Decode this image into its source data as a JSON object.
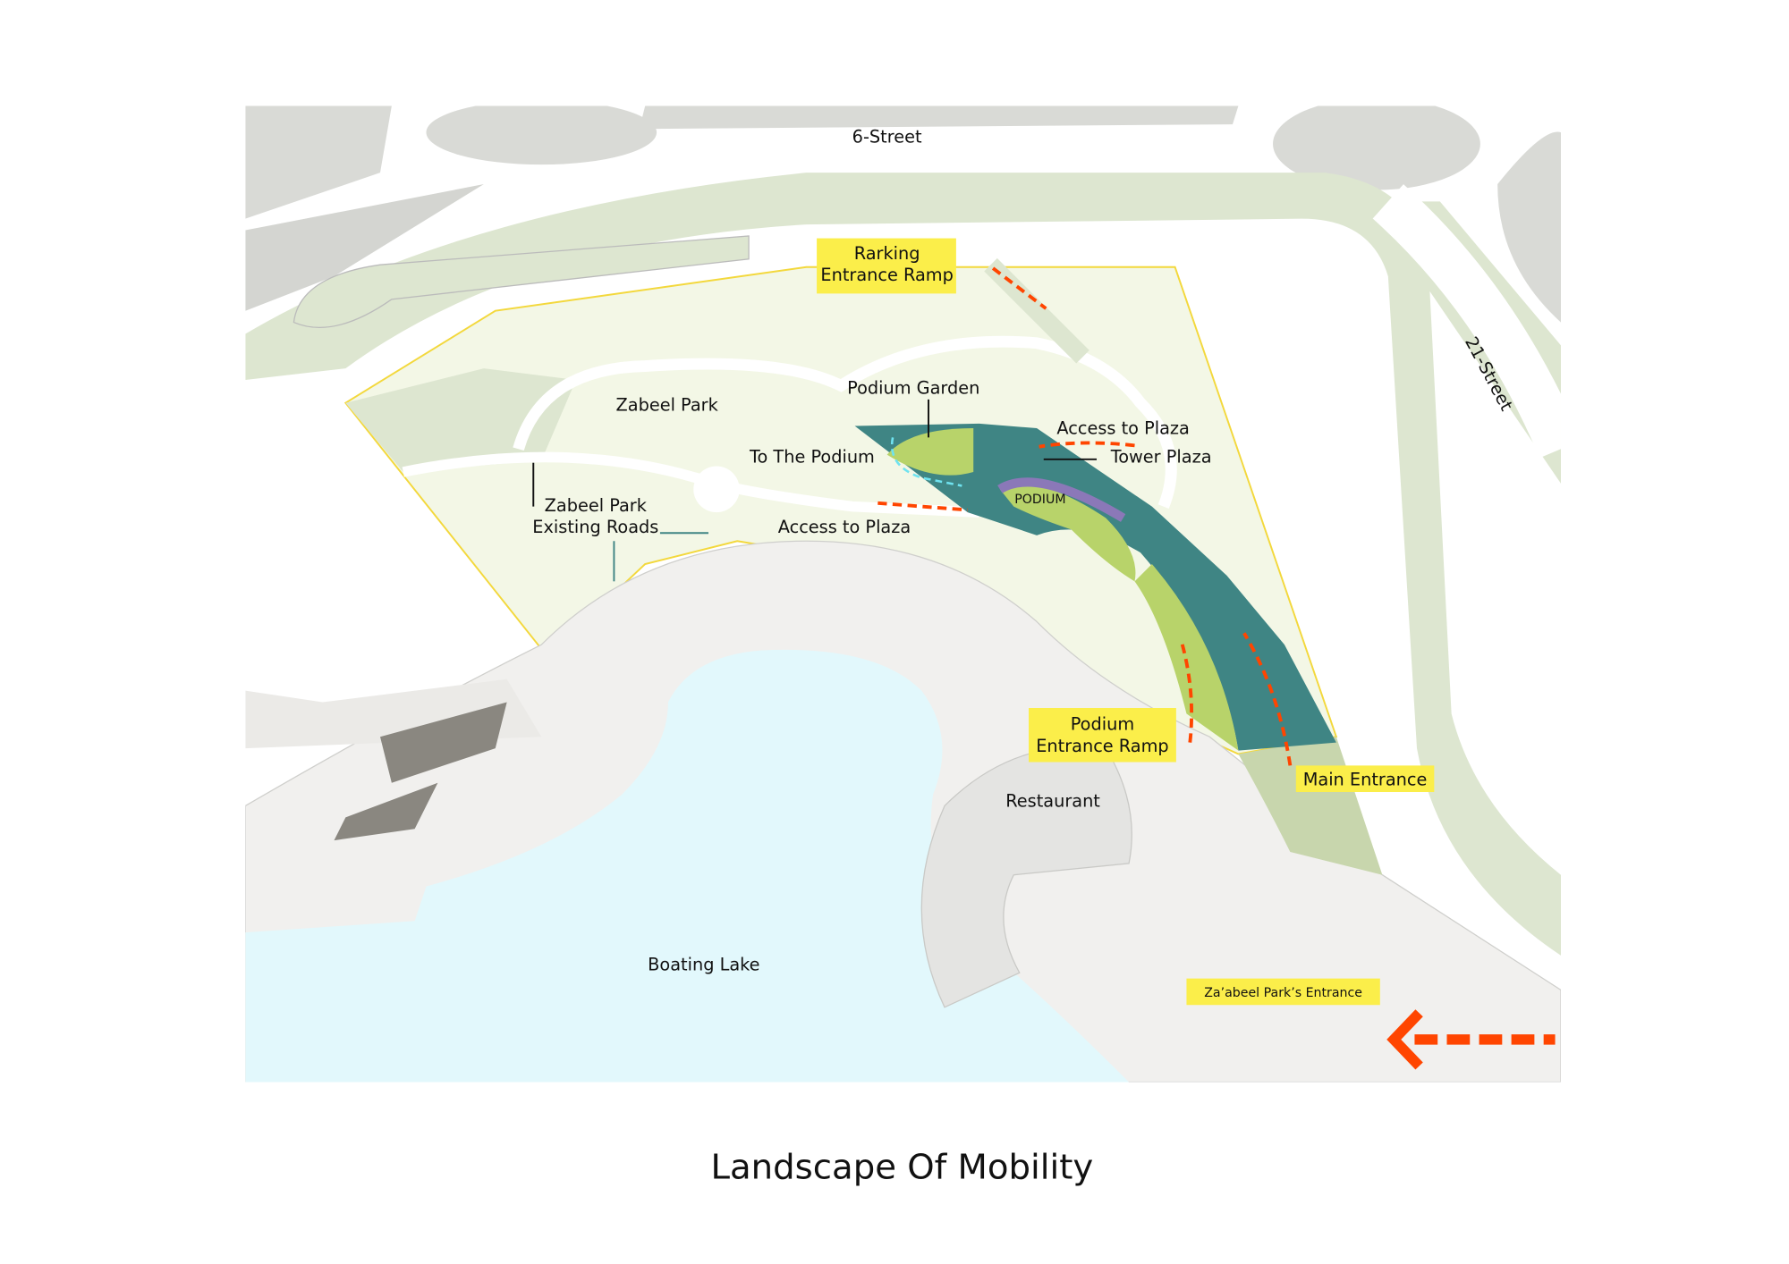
{
  "title": "Landscape Of Mobility",
  "colors": {
    "label_bg": "#fbee4a",
    "arrow": "#ff4500",
    "podium_teal": "#3f8584",
    "garden_green": "#b8d36a",
    "park": "#f3f7e6",
    "verge": "#dde6d0",
    "lake": "#e2f8fc",
    "boundary": "#f3d83c"
  },
  "labels": {
    "street_north": "6-Street",
    "street_east": "21-Street",
    "parking_ramp": [
      "Rarking",
      "Entrance Ramp"
    ],
    "podium_garden": "Podium Garden",
    "zabeel_park": "Zabeel Park",
    "access_plaza_east": "Access to Plaza",
    "tower_plaza": "Tower Plaza",
    "to_the_podium": "To The Podium",
    "existing_roads": [
      "Zabeel Park",
      "Existing Roads"
    ],
    "access_plaza_south": "Access to Plaza",
    "podium_sign": "PODIUM",
    "podium_ramp": [
      "Podium",
      "Entrance Ramp"
    ],
    "main_entrance": "Main Entrance",
    "restaurant": "Restaurant",
    "boating_lake": "Boating Lake",
    "park_entrance": "Za’abeel Park’s Entrance"
  }
}
